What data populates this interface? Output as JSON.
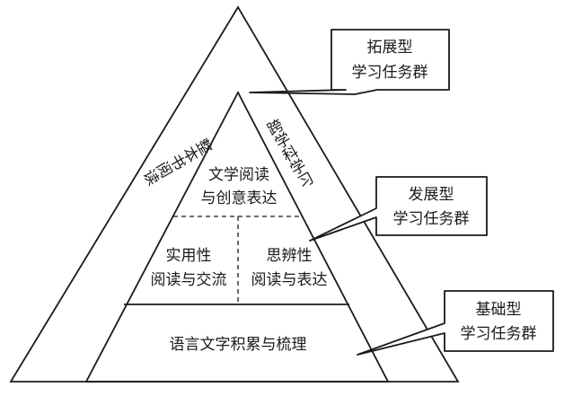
{
  "diagram": {
    "outer_left_label": "整本书阅读",
    "outer_right_label": "跨学科学习",
    "top_inner": {
      "line1": "文学阅读",
      "line2": "与创意表达"
    },
    "middle_left": {
      "line1": "实用性",
      "line2": "阅读与交流"
    },
    "middle_right": {
      "line1": "思辨性",
      "line2": "阅读与表达"
    },
    "base": "语言文字积累与梳理"
  },
  "callouts": [
    {
      "line1": "拓展型",
      "line2": "学习任务群"
    },
    {
      "line1": "发展型",
      "line2": "学习任务群"
    },
    {
      "line1": "基础型",
      "line2": "学习任务群"
    }
  ]
}
